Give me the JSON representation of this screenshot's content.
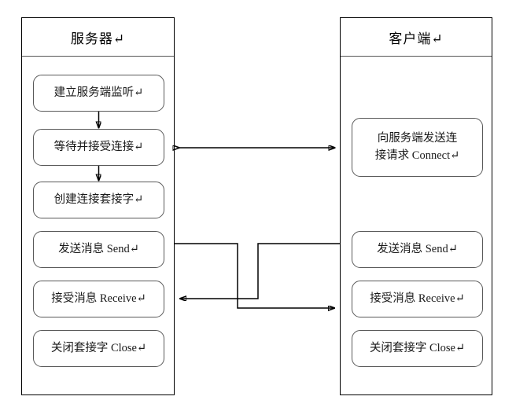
{
  "diagram": {
    "title_server": "服务器↵",
    "title_client": "客户端↵",
    "lanes": [
      {
        "id": "server",
        "header": "服务器↵",
        "nodes": [
          {
            "id": "listen",
            "lines": [
              "建立服务端监听↵"
            ]
          },
          {
            "id": "accept",
            "lines": [
              "等待并接受连接↵"
            ]
          },
          {
            "id": "create",
            "lines": [
              "创建连接套接字↵"
            ]
          },
          {
            "id": "send",
            "lines": [
              "发送消息 Send↵"
            ]
          },
          {
            "id": "receive",
            "lines": [
              "接受消息 Receive↵"
            ]
          },
          {
            "id": "close",
            "lines": [
              "关闭套接字 Close↵"
            ]
          }
        ]
      },
      {
        "id": "client",
        "header": "客户端↵",
        "nodes": [
          {
            "id": "connect",
            "lines": [
              "向服务端发送连",
              "接请求  Connect↵"
            ]
          },
          {
            "id": "send",
            "lines": [
              "发送消息 Send↵"
            ]
          },
          {
            "id": "receive",
            "lines": [
              "接受消息 Receive↵"
            ]
          },
          {
            "id": "close",
            "lines": [
              "关闭套接字 Close↵"
            ]
          }
        ]
      }
    ],
    "connectors": [
      {
        "id": "listen-to-accept",
        "kind": "arrow-down",
        "label": ""
      },
      {
        "id": "accept-to-create",
        "kind": "arrow-down",
        "label": ""
      },
      {
        "id": "accept-connect-link",
        "kind": "arrow-bidirectional",
        "label": ""
      },
      {
        "id": "server-send-to-client-receive",
        "kind": "arrow-right-stepped",
        "label": ""
      },
      {
        "id": "client-send-to-server-receive",
        "kind": "arrow-left-stepped",
        "label": ""
      }
    ],
    "colors": {
      "stroke": "#000000",
      "node_stroke": "#595959",
      "background": "#ffffff",
      "text": "#1a1a1a"
    }
  }
}
